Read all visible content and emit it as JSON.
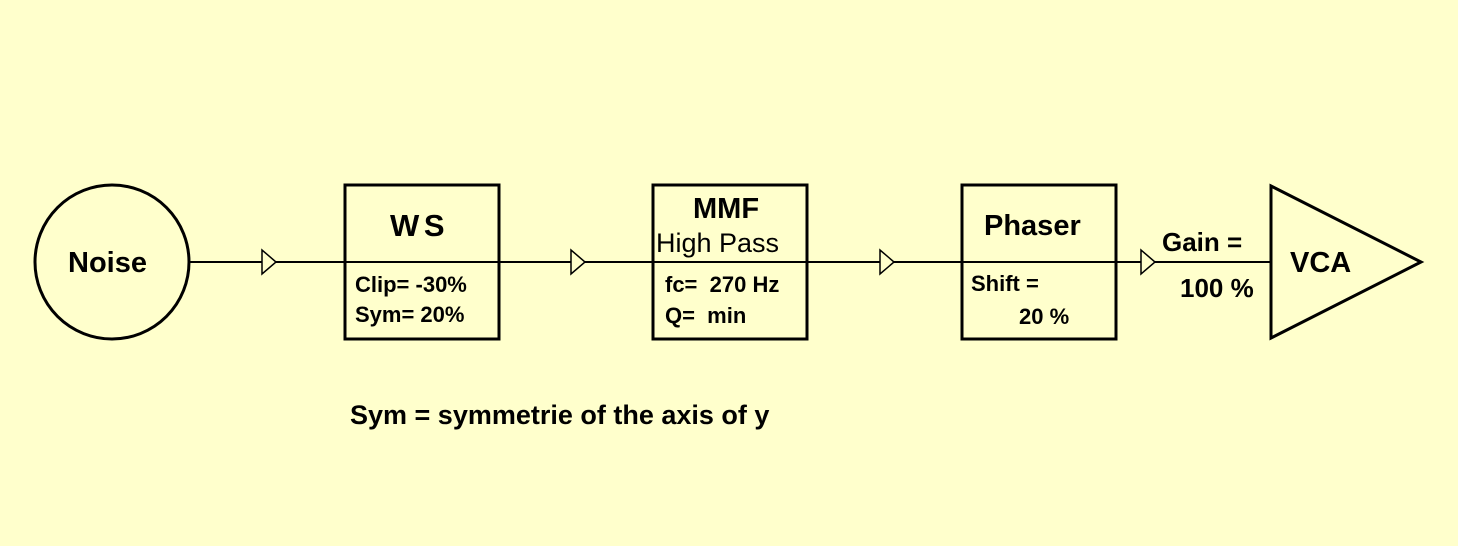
{
  "diagram": {
    "noise": {
      "label": "Noise"
    },
    "ws": {
      "title": "W S",
      "params": [
        "Clip= -30%",
        "Sym= 20%"
      ]
    },
    "mmf": {
      "title": "MMF",
      "subtitle": "High Pass",
      "params": [
        "fc=  270 Hz",
        "Q=  min"
      ]
    },
    "phaser": {
      "title": "Phaser",
      "params": [
        "Shift =",
        "20 %"
      ]
    },
    "vca": {
      "label": "VCA",
      "gain_label": "Gain =",
      "gain_value": "100 %"
    },
    "footnote": "Sym = symmetrie of the axis of y"
  },
  "colors": {
    "background": "#ffffcc",
    "stroke": "#000000"
  }
}
